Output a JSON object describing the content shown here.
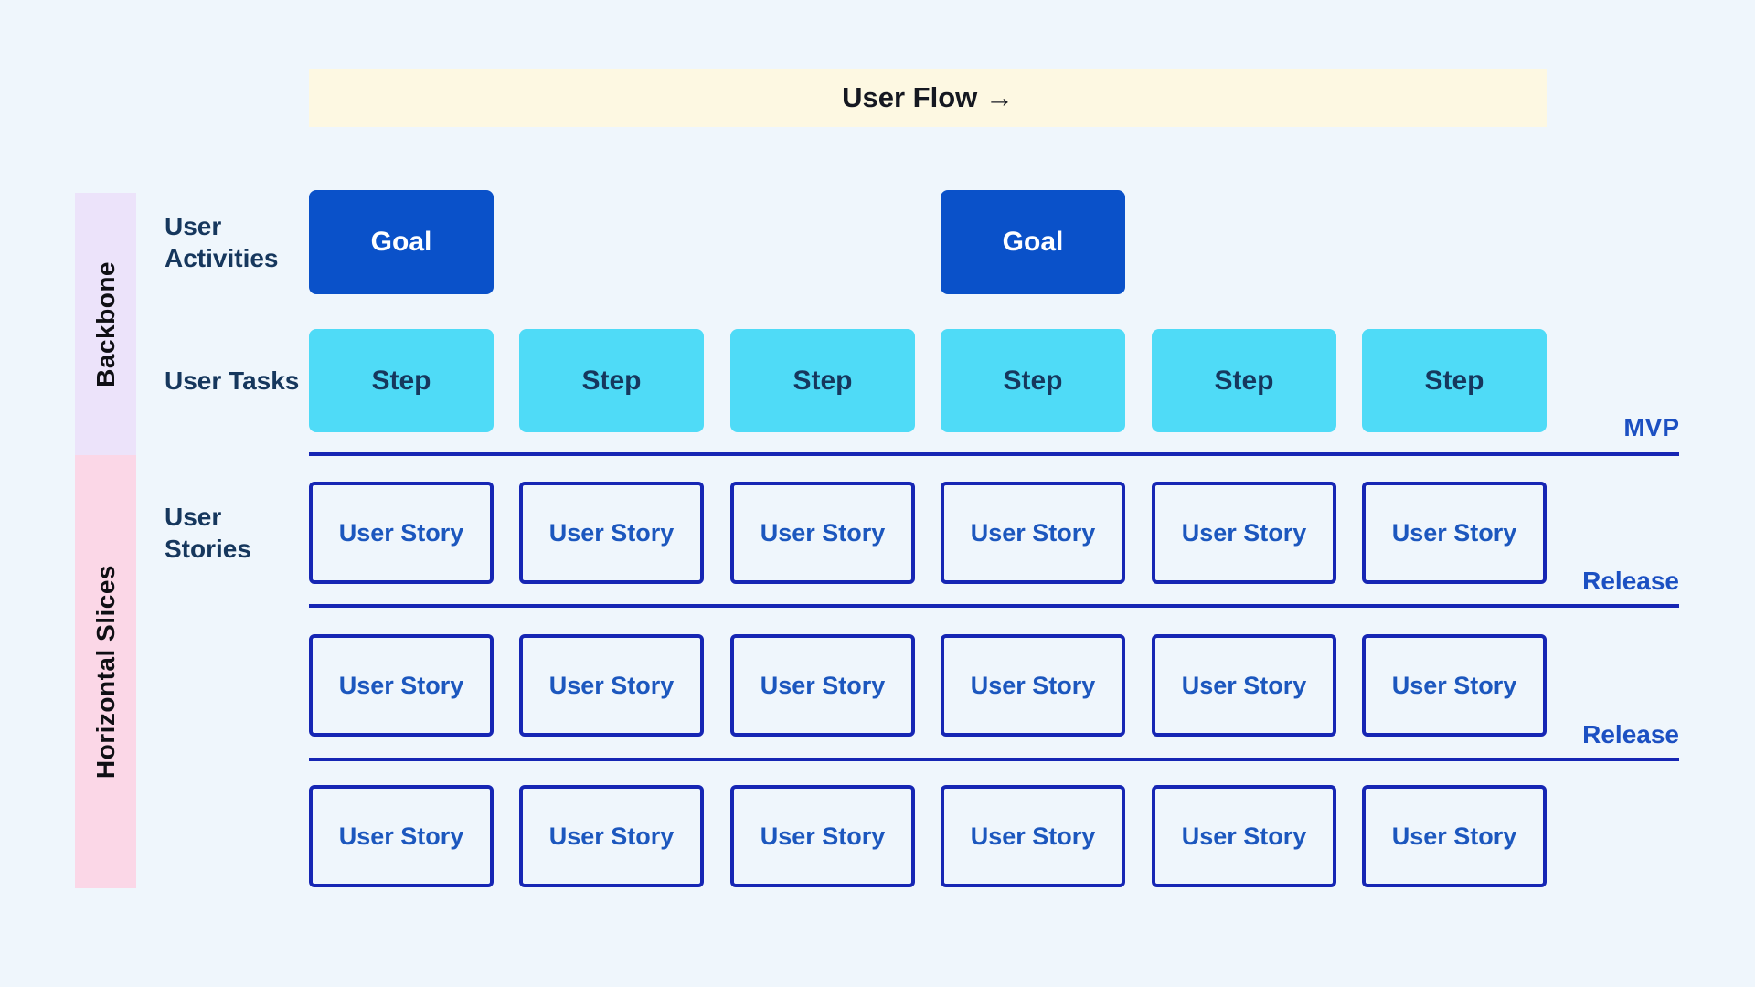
{
  "banner": {
    "label": "User Flow →"
  },
  "bands": {
    "backbone": {
      "label": "Backbone",
      "bg": "#ECE3FA"
    },
    "horizontal_slices": {
      "label": "Horizontal Slices",
      "bg": "#FBD7E7"
    }
  },
  "row_labels": {
    "activities": "User Activities",
    "tasks": "User Tasks",
    "stories": "User Stories"
  },
  "goals": [
    "Goal",
    "Goal"
  ],
  "steps": [
    "Step",
    "Step",
    "Step",
    "Step",
    "Step",
    "Step"
  ],
  "dividers": [
    {
      "label": "MVP"
    },
    {
      "label": "Release"
    },
    {
      "label": "Release"
    }
  ],
  "story_rows": [
    [
      "User Story",
      "User Story",
      "User Story",
      "User Story",
      "User Story",
      "User Story"
    ],
    [
      "User Story",
      "User Story",
      "User Story",
      "User Story",
      "User Story",
      "User Story"
    ],
    [
      "User Story",
      "User Story",
      "User Story",
      "User Story",
      "User Story",
      "User Story"
    ]
  ],
  "colors": {
    "page_bg": "#EFF6FC",
    "banner_bg": "#FDF8E2",
    "banner_text": "#151821",
    "goal_bg": "#0A51C9",
    "goal_text": "#FFFFFF",
    "step_bg": "#4FDBF7",
    "step_text": "#16375D",
    "story_border": "#1626B4",
    "story_text": "#1C57BE",
    "divider_line": "#1626B4",
    "divider_label_text": "#1C50C2",
    "backbone_band_bg": "#ECE3FA",
    "horizontal_slices_band_bg": "#FBD7E7",
    "band_text": "#0F0F14",
    "row_label_text": "#16375D"
  }
}
